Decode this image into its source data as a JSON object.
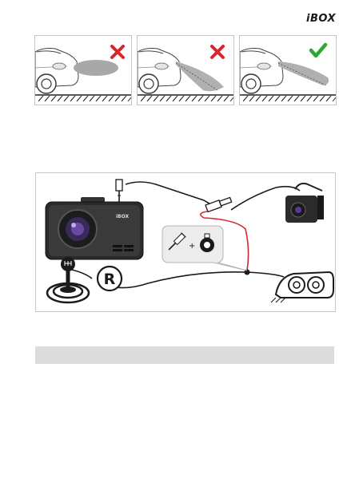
{
  "brand": {
    "logo_text": "iBOX"
  },
  "headlight_panels": [
    {
      "status": "wrong",
      "status_icon": "cross-icon",
      "color": "#d9262c"
    },
    {
      "status": "wrong",
      "status_icon": "cross-icon",
      "color": "#d9262c"
    },
    {
      "status": "correct",
      "status_icon": "check-icon",
      "color": "#2ea836"
    }
  ],
  "wiring": {
    "camera_brand_text": "iBOX",
    "reverse_gear_letter": "R",
    "plus_sign": "+",
    "wire_colors": {
      "main": "#1a1a1a",
      "power": "#d9262c"
    }
  },
  "section_header": {
    "text": ""
  }
}
